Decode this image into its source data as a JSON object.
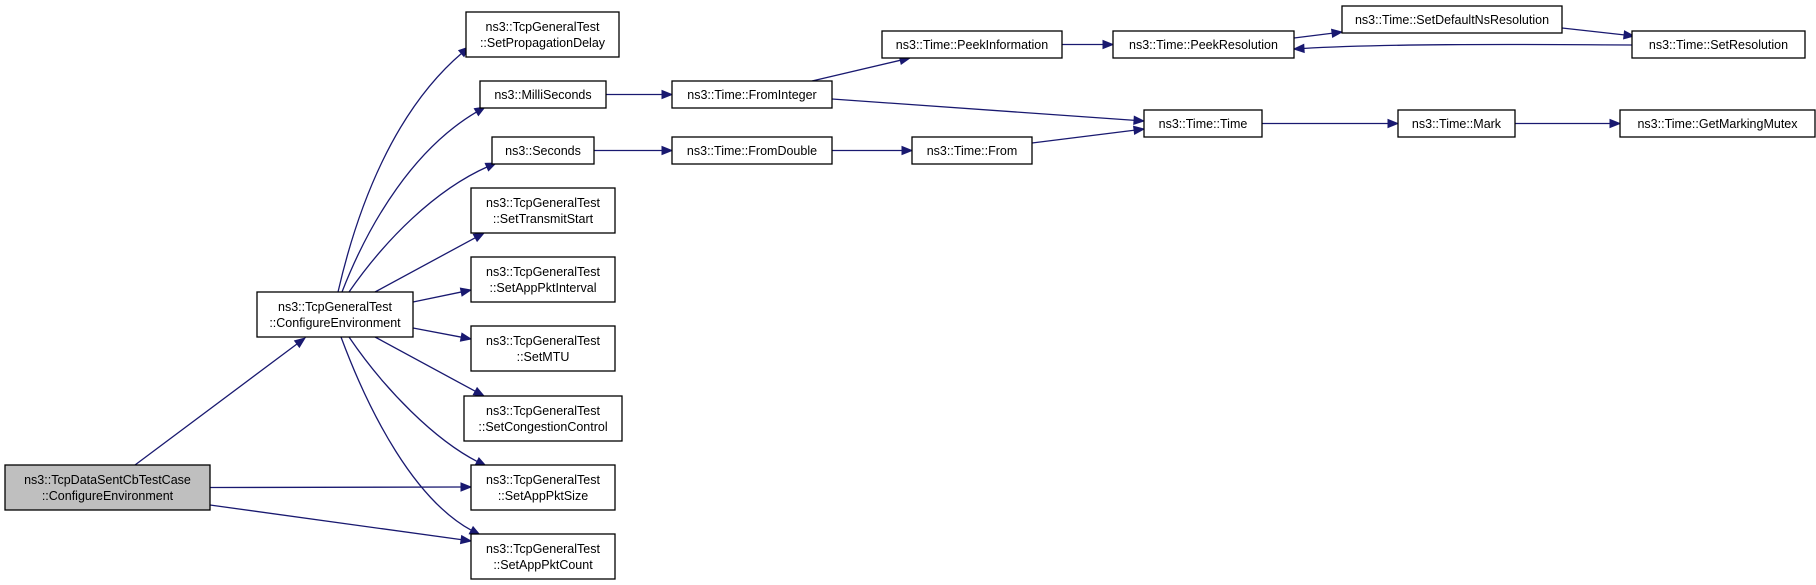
{
  "colors": {
    "edge": "#191970",
    "node_fill": "#ffffff",
    "root_fill": "#bfbfbf",
    "node_border": "#000000",
    "background": "#ffffff"
  },
  "graph": {
    "nodes": [
      {
        "id": "tcpdatasent",
        "lines": [
          "ns3::TcpDataSentCbTestCase",
          "::ConfigureEnvironment"
        ],
        "root": true
      },
      {
        "id": "tcpgeneral_configure",
        "lines": [
          "ns3::TcpGeneralTest",
          "::ConfigureEnvironment"
        ]
      },
      {
        "id": "setpropagationdelay",
        "lines": [
          "ns3::TcpGeneralTest",
          "::SetPropagationDelay"
        ]
      },
      {
        "id": "milliseconds",
        "lines": [
          "ns3::MilliSeconds"
        ]
      },
      {
        "id": "seconds",
        "lines": [
          "ns3::Seconds"
        ]
      },
      {
        "id": "settransmitstart",
        "lines": [
          "ns3::TcpGeneralTest",
          "::SetTransmitStart"
        ]
      },
      {
        "id": "setapppktinterval",
        "lines": [
          "ns3::TcpGeneralTest",
          "::SetAppPktInterval"
        ]
      },
      {
        "id": "setmtu",
        "lines": [
          "ns3::TcpGeneralTest",
          "::SetMTU"
        ]
      },
      {
        "id": "setcongestioncontrol",
        "lines": [
          "ns3::TcpGeneralTest",
          "::SetCongestionControl"
        ]
      },
      {
        "id": "setapppktsize",
        "lines": [
          "ns3::TcpGeneralTest",
          "::SetAppPktSize"
        ]
      },
      {
        "id": "setapppktcount",
        "lines": [
          "ns3::TcpGeneralTest",
          "::SetAppPktCount"
        ]
      },
      {
        "id": "frominteger",
        "lines": [
          "ns3::Time::FromInteger"
        ]
      },
      {
        "id": "fromdouble",
        "lines": [
          "ns3::Time::FromDouble"
        ]
      },
      {
        "id": "peekinformation",
        "lines": [
          "ns3::Time::PeekInformation"
        ]
      },
      {
        "id": "from",
        "lines": [
          "ns3::Time::From"
        ]
      },
      {
        "id": "peekresolution",
        "lines": [
          "ns3::Time::PeekResolution"
        ]
      },
      {
        "id": "time",
        "lines": [
          "ns3::Time::Time"
        ]
      },
      {
        "id": "setdefaultnsresolution",
        "lines": [
          "ns3::Time::SetDefaultNsResolution"
        ]
      },
      {
        "id": "setresolution",
        "lines": [
          "ns3::Time::SetResolution"
        ]
      },
      {
        "id": "mark",
        "lines": [
          "ns3::Time::Mark"
        ]
      },
      {
        "id": "getmarkingmutex",
        "lines": [
          "ns3::Time::GetMarkingMutex"
        ]
      }
    ],
    "edges": [
      {
        "from": "tcpdatasent",
        "to": "tcpgeneral_configure"
      },
      {
        "from": "tcpdatasent",
        "to": "setapppktsize"
      },
      {
        "from": "tcpdatasent",
        "to": "setapppktcount"
      },
      {
        "from": "tcpgeneral_configure",
        "to": "setpropagationdelay"
      },
      {
        "from": "tcpgeneral_configure",
        "to": "milliseconds"
      },
      {
        "from": "tcpgeneral_configure",
        "to": "seconds"
      },
      {
        "from": "tcpgeneral_configure",
        "to": "settransmitstart"
      },
      {
        "from": "tcpgeneral_configure",
        "to": "setapppktinterval"
      },
      {
        "from": "tcpgeneral_configure",
        "to": "setmtu"
      },
      {
        "from": "tcpgeneral_configure",
        "to": "setcongestioncontrol"
      },
      {
        "from": "tcpgeneral_configure",
        "to": "setapppktsize"
      },
      {
        "from": "tcpgeneral_configure",
        "to": "setapppktcount"
      },
      {
        "from": "milliseconds",
        "to": "frominteger"
      },
      {
        "from": "seconds",
        "to": "fromdouble"
      },
      {
        "from": "frominteger",
        "to": "peekinformation"
      },
      {
        "from": "frominteger",
        "to": "time"
      },
      {
        "from": "fromdouble",
        "to": "from"
      },
      {
        "from": "from",
        "to": "time"
      },
      {
        "from": "peekinformation",
        "to": "peekresolution"
      },
      {
        "from": "peekresolution",
        "to": "setdefaultnsresolution"
      },
      {
        "from": "setdefaultnsresolution",
        "to": "setresolution"
      },
      {
        "from": "setresolution",
        "to": "peekresolution"
      },
      {
        "from": "time",
        "to": "mark"
      },
      {
        "from": "mark",
        "to": "getmarkingmutex"
      }
    ]
  }
}
